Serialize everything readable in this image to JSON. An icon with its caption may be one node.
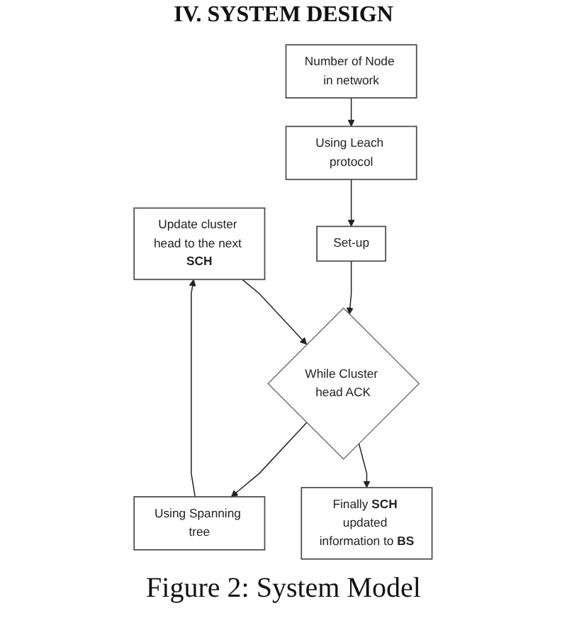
{
  "diagram": {
    "title": "IV. SYSTEM DESIGN",
    "caption": "Figure 2:  System Model",
    "nodes": [
      {
        "text": [
          "Number of Node in network"
        ]
      },
      {
        "text": [
          "Using Leach protocol"
        ]
      },
      {
        "text": [
          "Set-up"
        ]
      },
      {
        "text": [
          "Update cluster head to the next **SCH**"
        ]
      },
      {
        "text": [
          "While Cluster head ACK"
        ]
      },
      {
        "text": [
          "Using Spanning tree"
        ]
      },
      {
        "text": [
          "Finally **SCH** updated information to **BS**"
        ]
      }
    ],
    "edges": [
      {
        "from": 0,
        "to": 1,
        "arrow": "to"
      },
      {
        "from": 1,
        "to": 2,
        "arrow": "to"
      },
      {
        "from": 2,
        "to": 4,
        "arrow": "to"
      },
      {
        "from": 3,
        "to": 4,
        "arrow": "to"
      },
      {
        "from": 4,
        "to": 5,
        "arrow": "to"
      },
      {
        "from": 5,
        "to": 3,
        "arrow": "to"
      },
      {
        "from": 4,
        "to": 6,
        "arrow": "to"
      }
    ]
  }
}
